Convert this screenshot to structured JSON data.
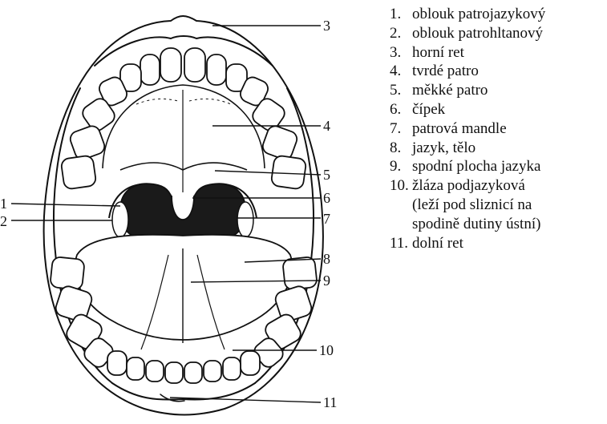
{
  "callouts": [
    "1",
    "2",
    "3",
    "4",
    "5",
    "6",
    "7",
    "8",
    "9",
    "10",
    "11"
  ],
  "legend": [
    {
      "num": "1.",
      "text": "oblouk patrojazykový"
    },
    {
      "num": "2.",
      "text": "oblouk patrohltanový"
    },
    {
      "num": "3.",
      "text": "horní ret"
    },
    {
      "num": "4.",
      "text": "tvrdé patro"
    },
    {
      "num": "5.",
      "text": "měkké patro"
    },
    {
      "num": "6.",
      "text": "čípek"
    },
    {
      "num": "7.",
      "text": "patrová mandle"
    },
    {
      "num": "8.",
      "text": "jazyk, tělo"
    },
    {
      "num": "9.",
      "text": "spodní plocha jazyka"
    },
    {
      "num": "10.",
      "text": "žláza podjazyková",
      "cont": [
        "(leží pod sliznicí na",
        "spodině dutiny ústní)"
      ]
    },
    {
      "num": "11.",
      "text": "dolní ret"
    }
  ],
  "colors": {
    "ink": "#111111",
    "paper": "#ffffff",
    "throat": "#1a1a1a"
  }
}
